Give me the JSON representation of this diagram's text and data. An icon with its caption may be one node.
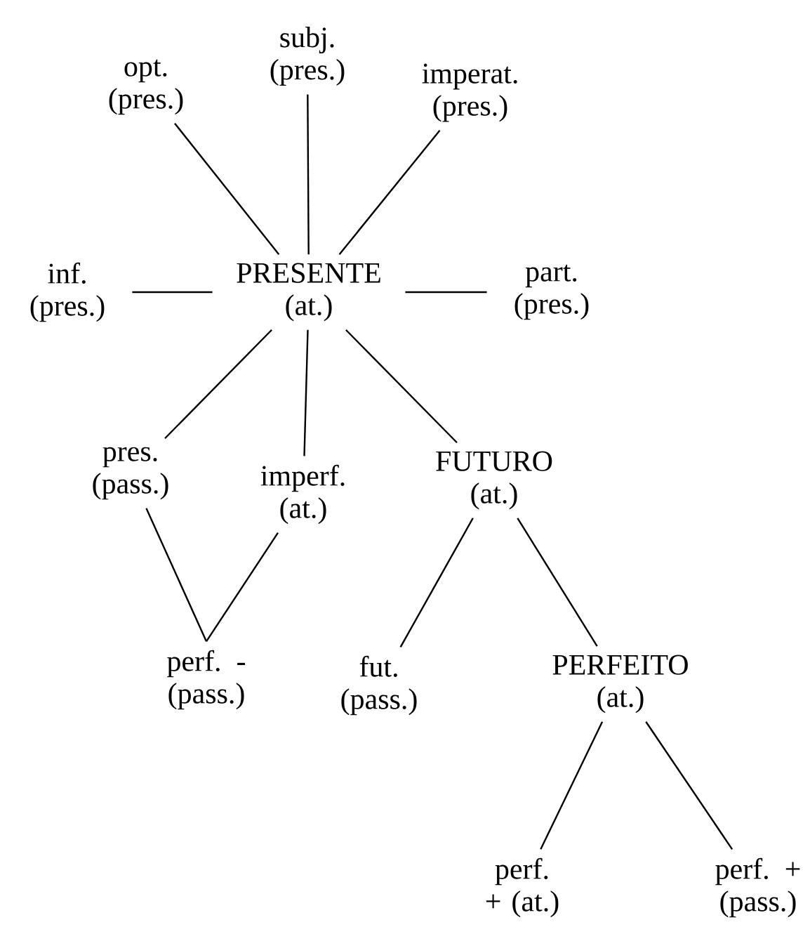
{
  "diagram": {
    "nodes": [
      {
        "text": [
          "opt. (pres.)"
        ]
      },
      {
        "text": [
          "subj. (pres.)"
        ]
      },
      {
        "text": [
          "imperat. (pres.)"
        ]
      },
      {
        "text": [
          "inf. (pres.)"
        ]
      },
      {
        "text": [
          "PRESENTE (at.)"
        ]
      },
      {
        "text": [
          "part. (pres.)"
        ]
      },
      {
        "text": [
          "pres. (pass.)"
        ]
      },
      {
        "text": [
          "imperf. (at.)"
        ]
      },
      {
        "text": [
          "FUTURO (at.)"
        ]
      },
      {
        "text": [
          "perf. - (pass.)"
        ]
      },
      {
        "text": [
          "fut. (pass.)"
        ]
      },
      {
        "text": [
          "PERFEITO (at.)"
        ]
      },
      {
        "text": [
          "perf. + (at.)"
        ]
      },
      {
        "text": [
          "perf. + (pass.)"
        ]
      }
    ],
    "edges": [
      {
        "from": 4,
        "to": 0,
        "arrow": "none"
      },
      {
        "from": 4,
        "to": 1,
        "arrow": "none"
      },
      {
        "from": 4,
        "to": 2,
        "arrow": "none"
      },
      {
        "from": 4,
        "to": 3,
        "arrow": "none"
      },
      {
        "from": 4,
        "to": 5,
        "arrow": "none"
      },
      {
        "from": 4,
        "to": 6,
        "arrow": "none"
      },
      {
        "from": 4,
        "to": 7,
        "arrow": "none"
      },
      {
        "from": 4,
        "to": 8,
        "arrow": "none"
      },
      {
        "from": 6,
        "to": 9,
        "arrow": "none"
      },
      {
        "from": 7,
        "to": 9,
        "arrow": "none"
      },
      {
        "from": 8,
        "to": 10,
        "arrow": "none"
      },
      {
        "from": 8,
        "to": 11,
        "arrow": "none"
      },
      {
        "from": 11,
        "to": 12,
        "arrow": "none"
      },
      {
        "from": 11,
        "to": 13,
        "arrow": "none"
      }
    ]
  }
}
